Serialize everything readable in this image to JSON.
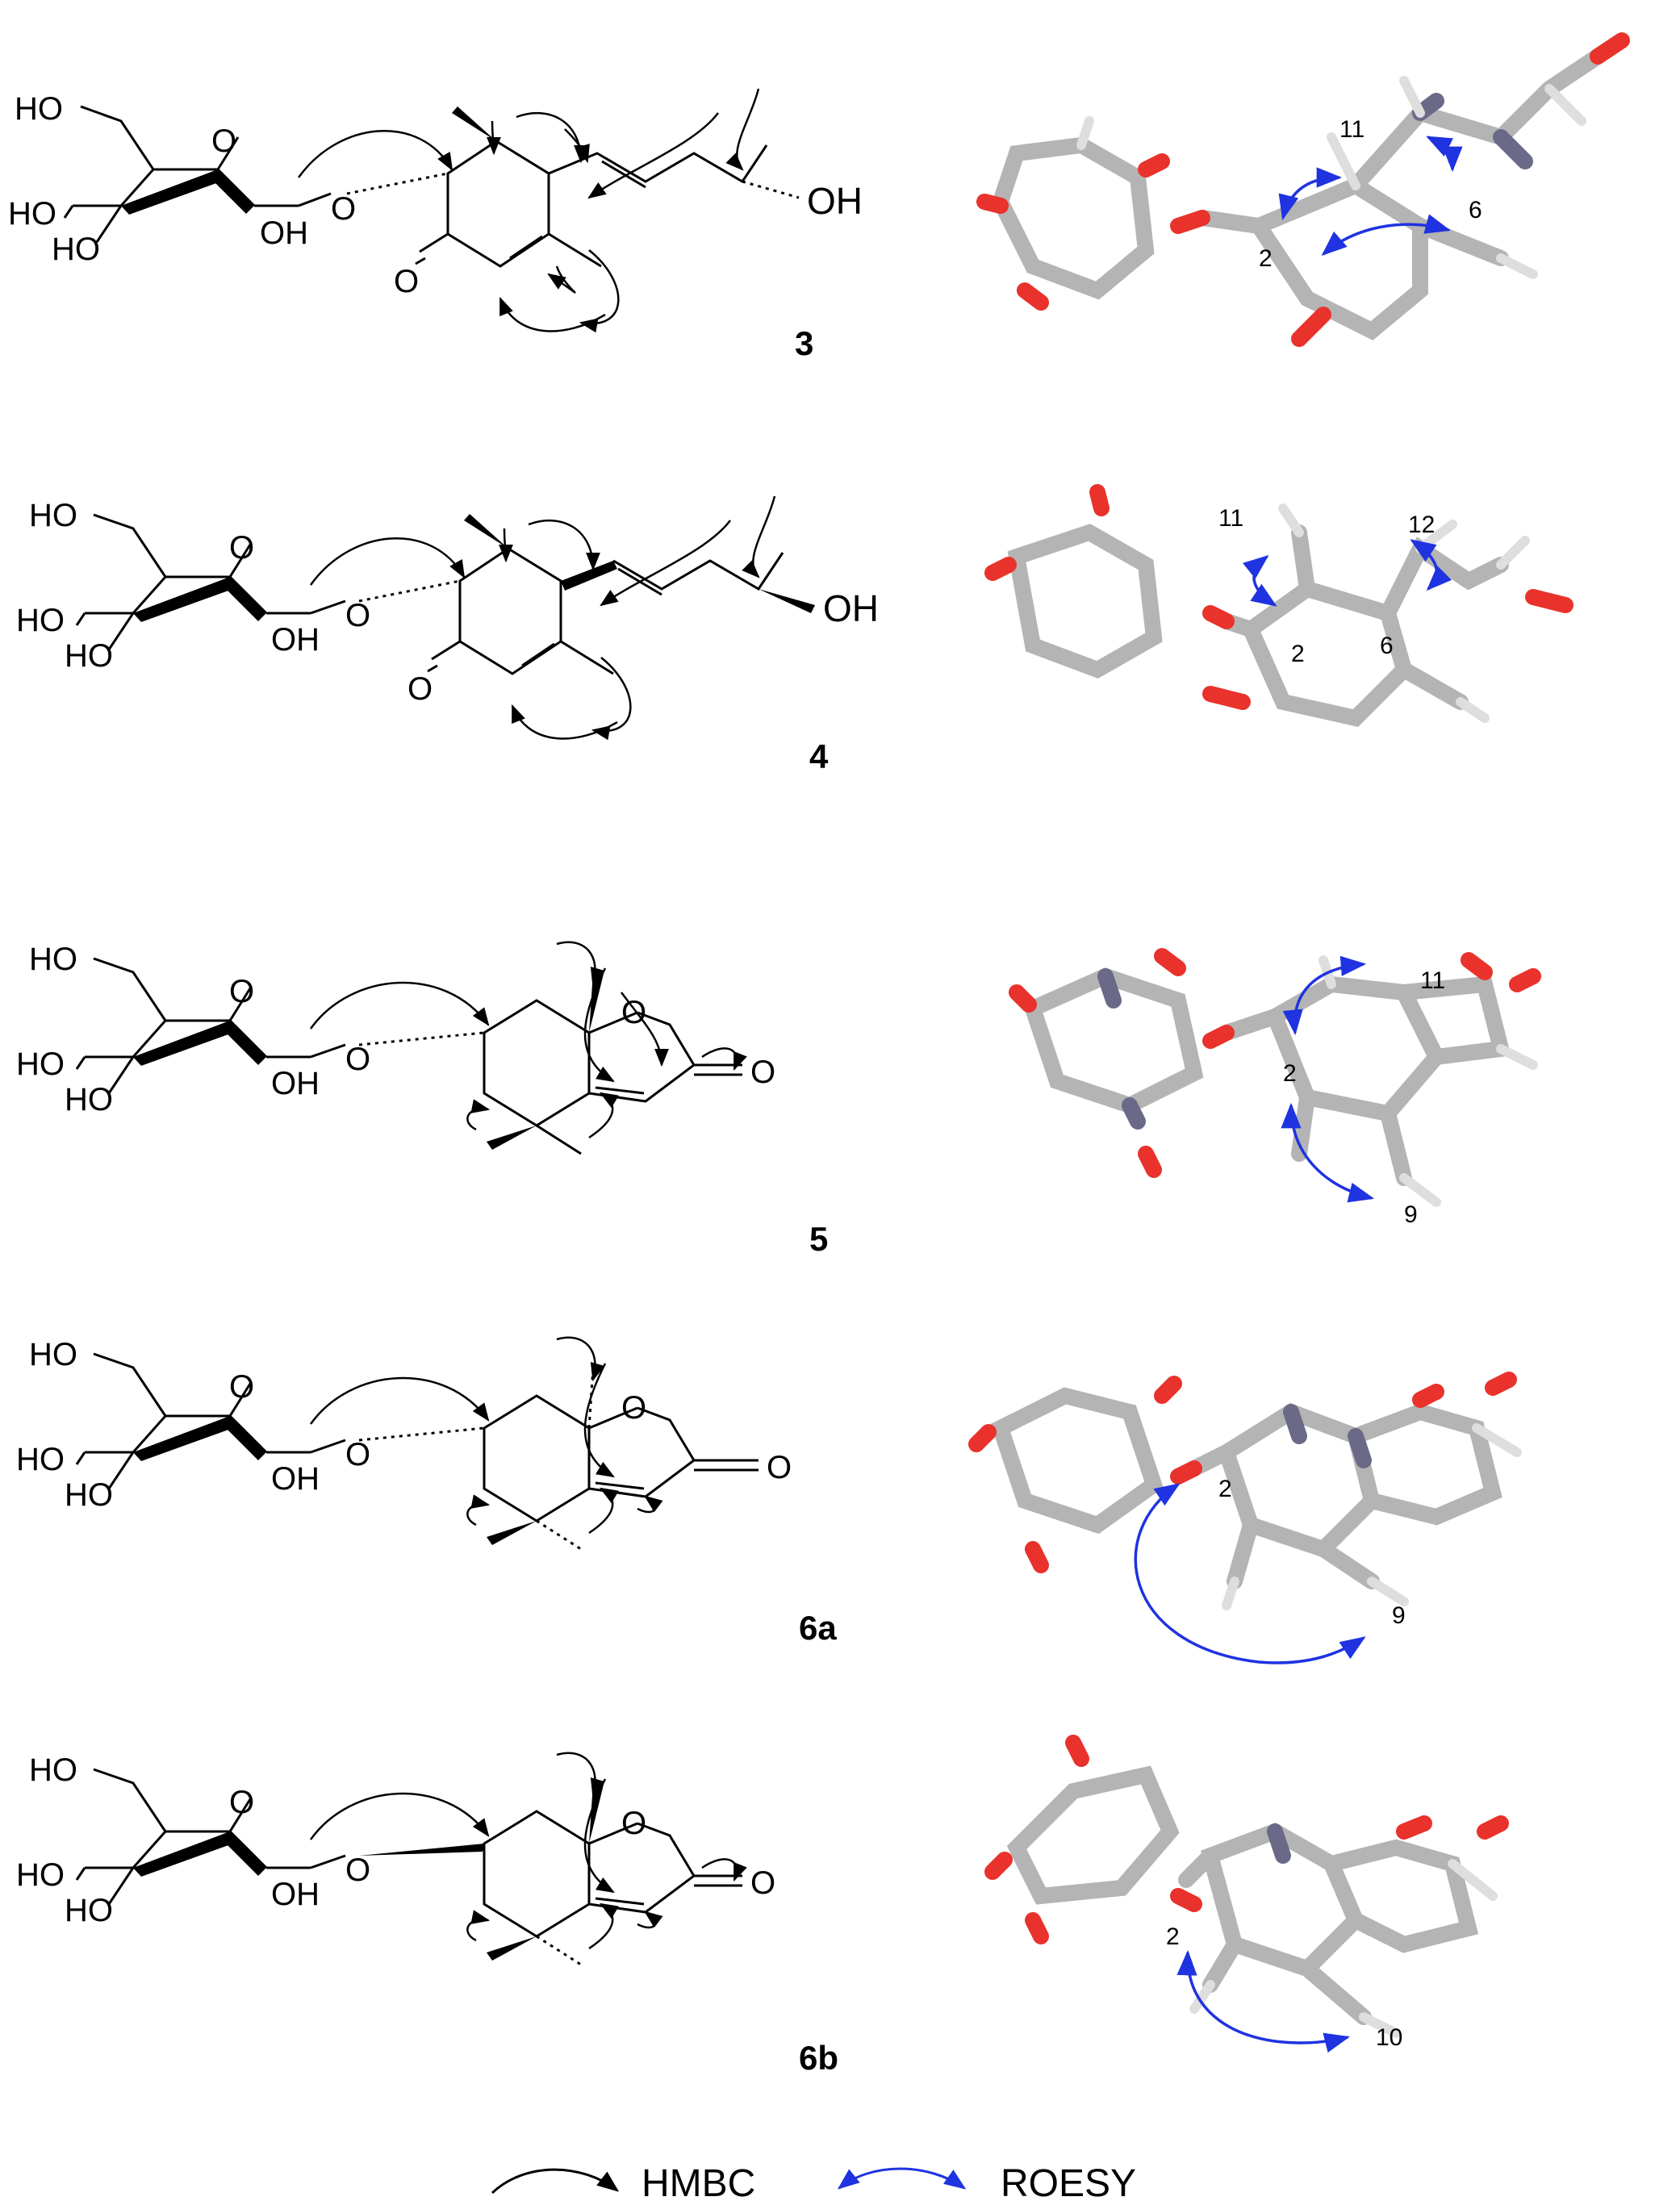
{
  "compounds": [
    {
      "label": "3",
      "roesy_numbers": [
        "11",
        "6",
        "2"
      ]
    },
    {
      "label": "4",
      "roesy_numbers": [
        "11",
        "12",
        "2",
        "6"
      ]
    },
    {
      "label": "5",
      "roesy_numbers": [
        "11",
        "2",
        "9"
      ]
    },
    {
      "label": "6a",
      "roesy_numbers": [
        "2",
        "9"
      ]
    },
    {
      "label": "6b",
      "roesy_numbers": [
        "2",
        "10"
      ]
    }
  ],
  "atoms": {
    "ho": "HO",
    "oh": "OH",
    "o": "O"
  },
  "legend": {
    "hmbc": "HMBC",
    "roesy": "ROESY"
  },
  "colors": {
    "hmbc_arrow": "#000000",
    "roesy_arrow": "#1f33e0",
    "oxygen": "#e8322b",
    "carbon": "#b4b4b4",
    "hydrogen": "#ececec",
    "nitrogen_like": "#6a6a88"
  }
}
